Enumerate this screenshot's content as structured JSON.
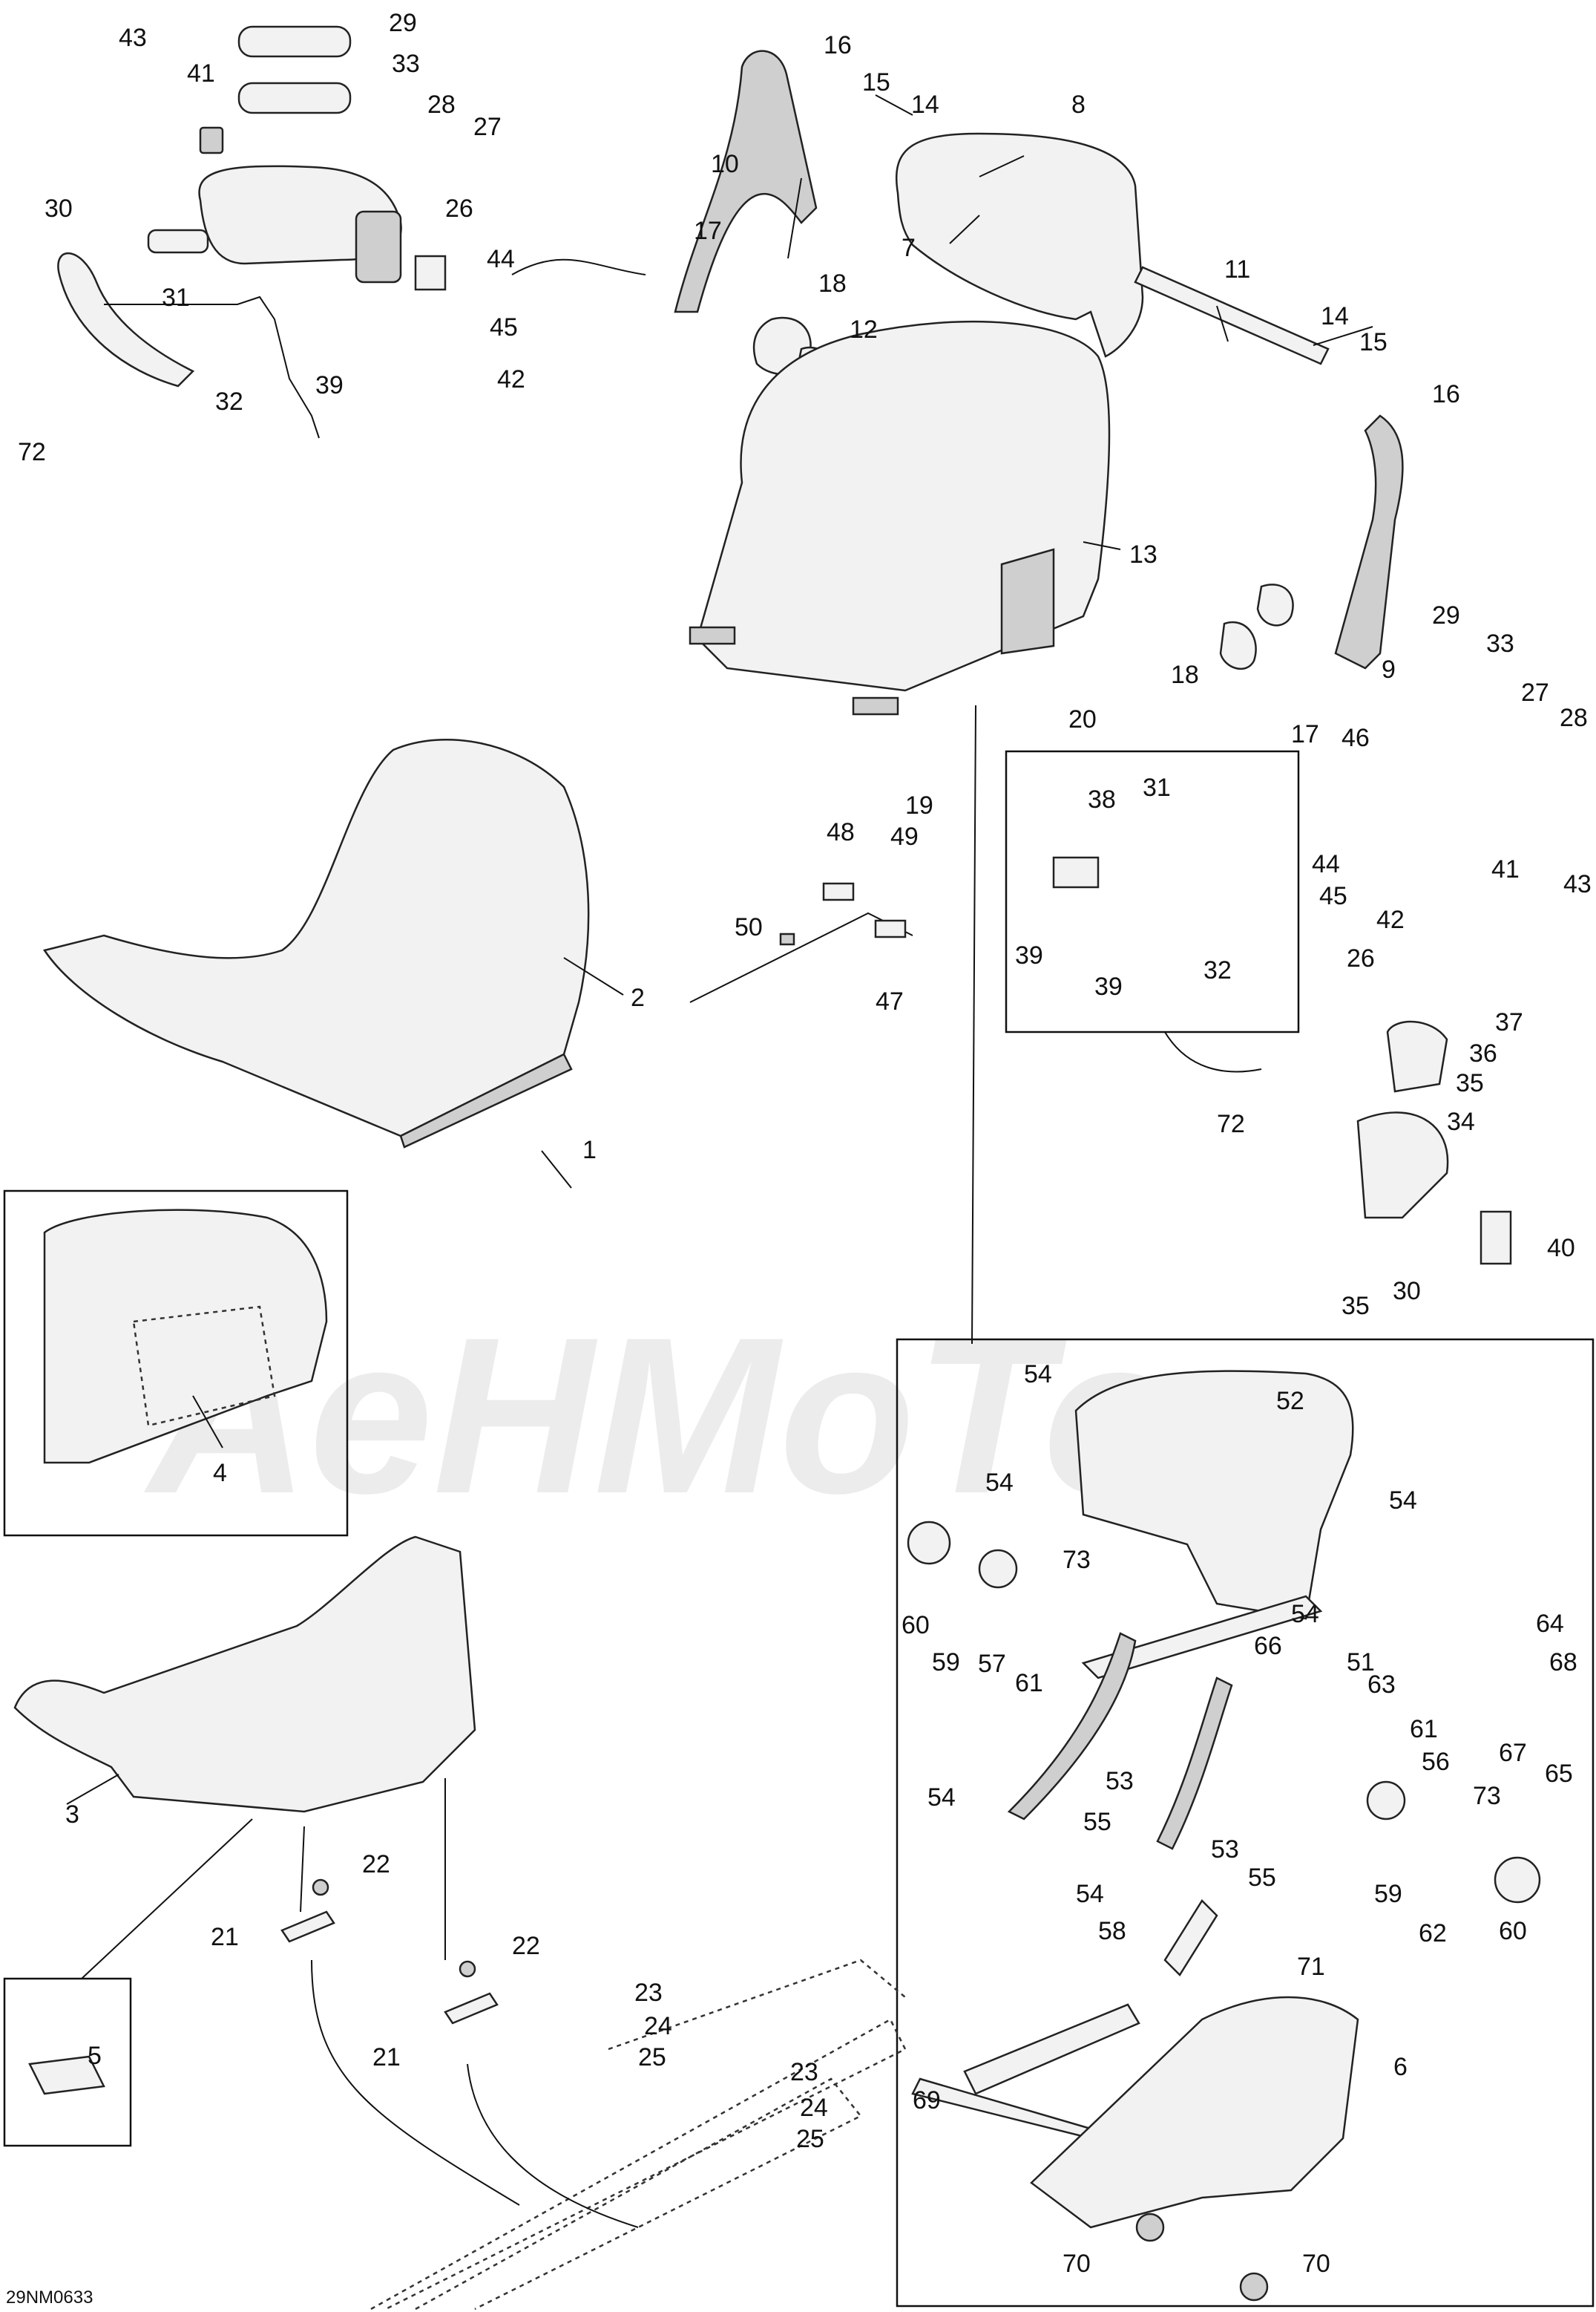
{
  "diagram_code": "29NM0633",
  "watermark_text": "AeHMoTo",
  "callouts": [
    "1",
    "2",
    "3",
    "4",
    "5",
    "6",
    "7",
    "8",
    "9",
    "10",
    "11",
    "12",
    "13",
    "14",
    "14",
    "15",
    "15",
    "16",
    "16",
    "17",
    "17",
    "18",
    "18",
    "19",
    "20",
    "21",
    "21",
    "22",
    "22",
    "23",
    "23",
    "24",
    "24",
    "25",
    "25",
    "26",
    "26",
    "27",
    "27",
    "28",
    "28",
    "29",
    "29",
    "30",
    "30",
    "31",
    "31",
    "32",
    "32",
    "33",
    "33",
    "34",
    "35",
    "35",
    "36",
    "37",
    "38",
    "39",
    "39",
    "39",
    "40",
    "41",
    "41",
    "42",
    "42",
    "43",
    "43",
    "44",
    "44",
    "45",
    "45",
    "46",
    "47",
    "48",
    "49",
    "50",
    "51",
    "52",
    "53",
    "53",
    "54",
    "54",
    "54",
    "54",
    "54",
    "54",
    "55",
    "55",
    "56",
    "57",
    "58",
    "59",
    "59",
    "60",
    "60",
    "61",
    "61",
    "62",
    "63",
    "64",
    "65",
    "66",
    "67",
    "68",
    "69",
    "70",
    "70",
    "71",
    "72",
    "72",
    "73",
    "73"
  ]
}
